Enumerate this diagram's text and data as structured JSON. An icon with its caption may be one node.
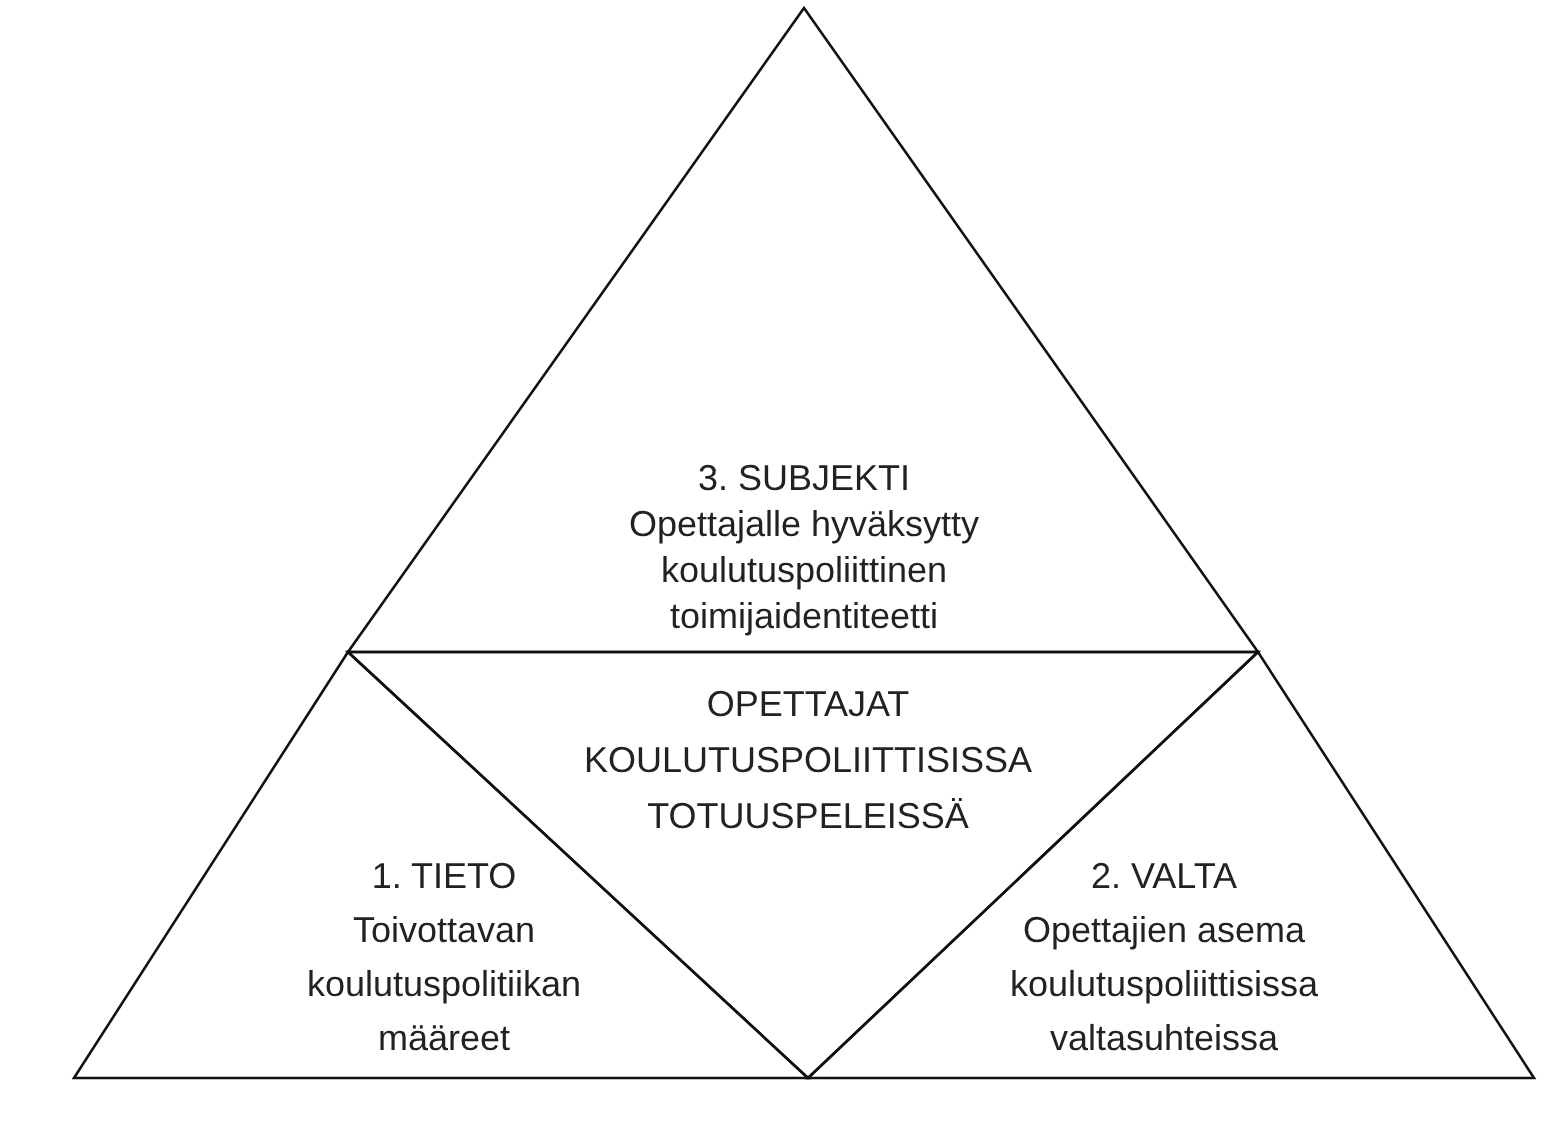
{
  "diagram": {
    "nodes": [
      {
        "text": [
          "3. SUBJEKTI",
          "Opettajalle hyväksytty koulutuspoliittinen toimijaidentiteetti"
        ]
      },
      {
        "text": [
          "OPETTAJAT KOULUTUSPOLIITTISISSA TOTUUSPELEISSÄ"
        ]
      },
      {
        "text": [
          "1. TIETO",
          "Toivottavan koulutuspolitiikan määreet"
        ]
      },
      {
        "text": [
          "2. VALTA",
          "Opettajien asema koulutuspoliittisissa valtasuhteissa"
        ]
      }
    ]
  }
}
